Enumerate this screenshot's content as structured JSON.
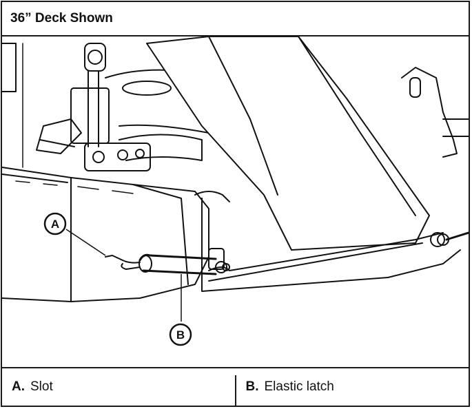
{
  "figure": {
    "title": "36” Deck Shown",
    "callouts": [
      {
        "key": "A",
        "label": "Slot"
      },
      {
        "key": "B",
        "label": "Elastic latch"
      }
    ],
    "legend": [
      {
        "key": "A.",
        "label": "Slot"
      },
      {
        "key": "B.",
        "label": "Elastic latch"
      }
    ]
  }
}
